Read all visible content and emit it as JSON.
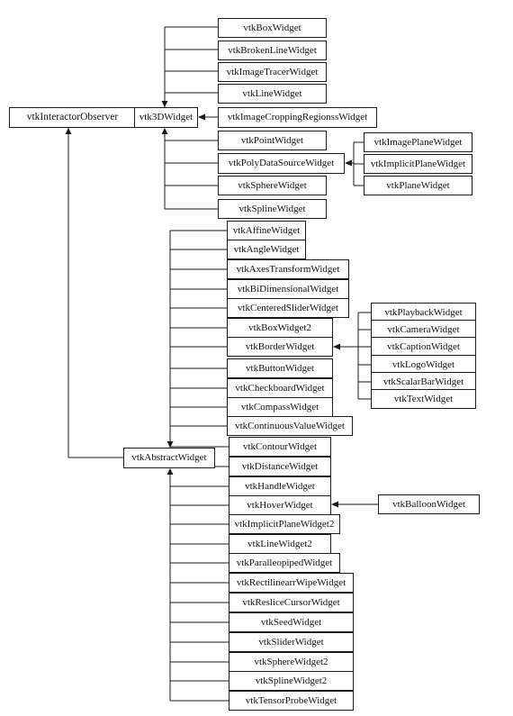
{
  "diagram": {
    "root": "vtkInteractorObserver",
    "widget3d": {
      "name": "vtk3DWidget",
      "upper_children": [
        "vtkBoxWidget",
        "vtkBrokenLineWidget",
        "vtkImageTracerWidget",
        "vtkLineWidget"
      ],
      "side_child": "vtkImageCroppingRegionssWidget",
      "lower_children": [
        "vtkPointWidget",
        "vtkPolyDataSourceWidget",
        "vtkSphereWidget",
        "vtkSplineWidget"
      ],
      "polydata_children": [
        "vtkImagePlaneWidget",
        "vtkImplicitPlaneWidget",
        "vtkPlaneWidget"
      ]
    },
    "abstract": {
      "name": "vtkAbstractWidget",
      "upper_children": [
        "vtkAffineWidget",
        "vtkAngleWidget",
        "vtkAxesTransformWidget",
        "vtkBiDimensionalWidget",
        "vtkCenteredSliderWidget",
        "vtkBoxWidget2",
        "vtkBorderWidget",
        "vtkButtonWidget",
        "vtkCheckboardWidget",
        "vtkCompassWidget",
        "vtkContinuousValueWidget"
      ],
      "lower_children": [
        "vtkContourWidget",
        "vtkDistanceWidget",
        "vtkHandleWidget",
        "vtkHoverWidget",
        "vtkImplicitPlaneWidget2",
        "vtkLineWidget2",
        "vtkParalleopipedWidget",
        "vtkRectilinearrWipeWidget",
        "vtkResliceCursorWidget",
        "vtkSeedWidget",
        "vtkSliderWidget",
        "vtkSphereWidget2",
        "vtkSplineWidget2",
        "vtkTensorProbeWidget"
      ],
      "border_children": [
        "vtkPlaybackWidget",
        "vtkCameraWidget",
        "vtkCaptionWidget",
        "vtkLogoWidget",
        "vtkScalarBarWidget",
        "vtkTextWidget"
      ],
      "hover_child": "vtkBalloonWidget"
    }
  }
}
